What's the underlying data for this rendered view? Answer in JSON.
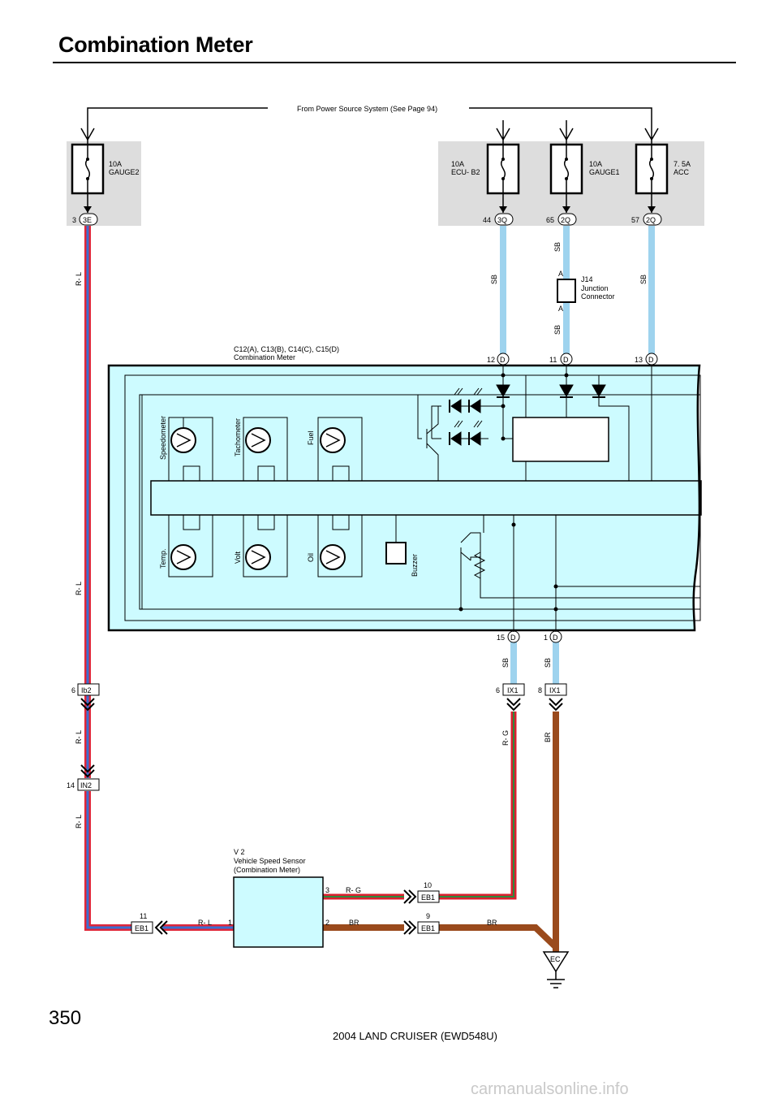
{
  "page": {
    "title": "Combination Meter",
    "page_number": "350",
    "footer": "2004 LAND CRUISER (EWD548U)",
    "watermark": "carmanualsonline.info"
  },
  "power": {
    "source_note": "From Power Source System (See Page 94)",
    "fuses": [
      {
        "rating": "10A",
        "name": "GAUGE2",
        "pin": "3",
        "connector": "3E"
      },
      {
        "rating": "10A",
        "name": "ECU- B2",
        "pin": "44",
        "connector": "3Q"
      },
      {
        "rating": "10A",
        "name": "GAUGE1",
        "pin": "65",
        "connector": "2Q"
      },
      {
        "rating": "7. 5A",
        "name": "ACC",
        "pin": "57",
        "connector": "2Q"
      }
    ]
  },
  "junction": {
    "id": "J14",
    "line1": "Junction",
    "line2": "Connector",
    "pin_top": "A",
    "pin_bottom": "A"
  },
  "meter": {
    "header1": "C12(A), C13(B), C14(C), C15(D)",
    "header2": "Combination Meter",
    "top_pins": [
      {
        "pin": "12",
        "connector": "D"
      },
      {
        "pin": "11",
        "connector": "D"
      },
      {
        "pin": "13",
        "connector": "D"
      }
    ],
    "bottom_pins": [
      {
        "pin": "15",
        "connector": "D"
      },
      {
        "pin": "1",
        "connector": "D"
      }
    ],
    "gauges_top": [
      "Speedometer",
      "Tachometer",
      "Fuel"
    ],
    "gauges_bottom": [
      "Temp.",
      "Volt",
      "Oil"
    ],
    "buzzer": "Buzzer"
  },
  "wires": {
    "rl": "R- L",
    "sb": "SB",
    "rg": "R- G",
    "br": "BR"
  },
  "connectors": {
    "ib2": {
      "pin": "6",
      "name": "Ib2"
    },
    "in2": {
      "pin": "14",
      "name": "IN2"
    },
    "ix1_a": {
      "pin": "6",
      "name": "IX1"
    },
    "ix1_b": {
      "pin": "8",
      "name": "IX1"
    },
    "eb1_a": {
      "pin": "11",
      "name": "EB1"
    },
    "eb1_b": {
      "pin": "10",
      "name": "EB1"
    },
    "eb1_c": {
      "pin": "9",
      "name": "EB1"
    }
  },
  "sensor": {
    "id": "V 2",
    "line1": "Vehicle Speed Sensor",
    "line2": "(Combination Meter)",
    "pins": [
      "1",
      "3",
      "2"
    ]
  },
  "ground": {
    "name": "EC"
  },
  "colors": {
    "sb_wire": "#9ed3ee",
    "rl_wire_outer": "#e0273a",
    "rl_wire_inner": "#3b6fd1",
    "rg_wire_outer": "#d8202e",
    "rg_wire_inner": "#2e8a3d",
    "br_wire": "#9a4a1c",
    "meter_fill": "#cdfbff",
    "fuse_bg": "#dddddd"
  }
}
